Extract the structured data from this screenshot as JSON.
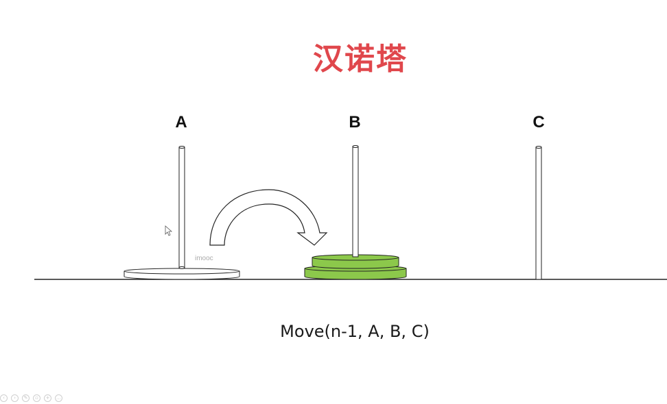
{
  "title": "汉诺塔",
  "pegs": [
    {
      "label": "A"
    },
    {
      "label": "B"
    },
    {
      "label": "C"
    }
  ],
  "caption": "Move(n-1, A, B, C)",
  "watermark": "imooc",
  "colors": {
    "title": "#e0474c",
    "disk_green": "#8cc84b",
    "disk_white": "#ffffff",
    "outline": "#222222"
  },
  "toolbar": {
    "icons": [
      "prev-icon",
      "next-icon",
      "pen-icon",
      "slides-icon",
      "zoom-icon",
      "more-icon"
    ]
  }
}
